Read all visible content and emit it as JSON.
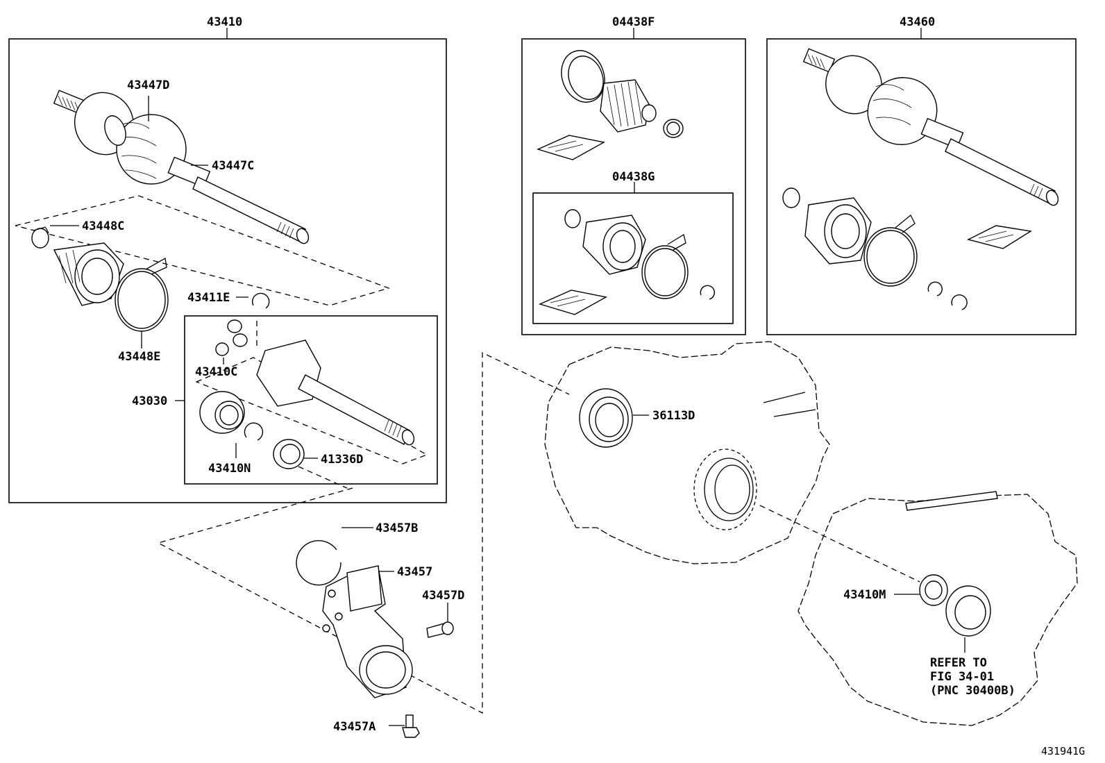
{
  "diagram": {
    "figure_id": "431941G",
    "groups": {
      "g43410": "43410",
      "g04438F": "04438F",
      "g04438G": "04438G",
      "g43460": "43460",
      "g43030": "43030"
    },
    "callouts": {
      "c43447D": "43447D",
      "c43447C": "43447C",
      "c43448C": "43448C",
      "c43448E": "43448E",
      "c43411E": "43411E",
      "c43410C": "43410C",
      "c43410N": "43410N",
      "c41336D": "41336D",
      "c43457B": "43457B",
      "c43457": "43457",
      "c43457D": "43457D",
      "c43457A": "43457A",
      "c36113D": "36113D",
      "c43410M": "43410M"
    },
    "note": {
      "line1": "REFER TO",
      "line2": "FIG 34-01",
      "line3": "(PNC 30400B)"
    }
  }
}
